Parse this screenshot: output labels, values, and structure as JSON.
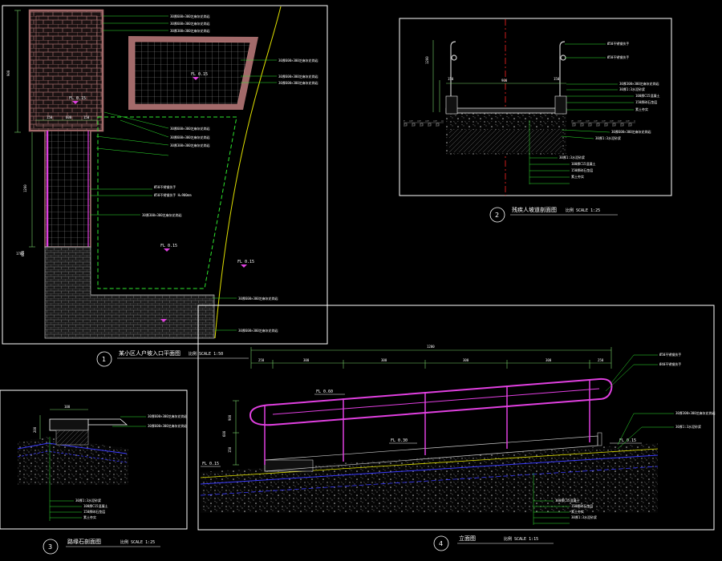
{
  "colors": {
    "background": "#000000",
    "frame": "#ffffff",
    "paving": "#a26a6a",
    "dimension": "#7ad46a",
    "leader": "#2ee82e",
    "railing": "#e040e0",
    "soil": "#3a3aff",
    "site_edge": "#e0e000",
    "center_line": "#ff2222"
  },
  "drawings": [
    {
      "number": "1",
      "title": "某小区人户坡入口平面图",
      "scale": "比例 SCALE 1:50",
      "elevations": [
        "FL 0.15",
        "FL 0.15",
        "FL 0.15",
        "FL 0.15"
      ],
      "labels": [
        "30厚600×300芝麻灰花岗岩",
        "30厚600×300芝麻灰花岗岩",
        "30厚300×300芝麻灰花岗岩",
        "30厚600×300芝麻灰花岗岩",
        "30厚600×300芝麻灰花岗岩",
        "30厚600×300芝麻灰花岗岩",
        "30厚600×300芝麻灰花岗岩",
        "30厚600×300芝麻灰花岗岩",
        "30厚300×300芝麻灰花岗岩",
        "Ø50不锈钢扶手",
        "Ø50不锈钢扶手 H=900mm",
        "30厚300×300芝麻灰花岗岩",
        "30厚600×300芝麻灰花岗岩",
        "30厚600×300芝麻灰花岗岩"
      ],
      "dims": [
        "900",
        "1200",
        "150",
        "600",
        "150",
        "1700",
        "600"
      ]
    },
    {
      "number": "2",
      "title": "残疾人坡道剖面图",
      "scale": "比例 SCALE 1:25",
      "labels": [
        "Ø50不锈钢扶手",
        "Ø50不锈钢扶手",
        "30厚300×300芝麻灰花岗岩",
        "30厚1:3水泥砂浆",
        "100厚C15混凝土",
        "150厚碎石垫层",
        "素土夯实",
        "30厚600×300芝麻灰花岗岩",
        "30厚1:3水泥砂浆",
        "30厚1:3水泥砂浆",
        "100厚C15混凝土",
        "150厚碎石垫层",
        "素土夯实"
      ],
      "dims": [
        "900",
        "150",
        "150",
        "1200"
      ]
    },
    {
      "number": "3",
      "title": "路缘石剖面图",
      "scale": "比例 SCALE 1:25",
      "labels": [
        "30厚600×300芝麻灰花岗岩",
        "30厚600×300芝麻灰花岗岩",
        "30厚1:3水泥砂浆",
        "100厚C15混凝土",
        "150厚碎石垫层",
        "素土夯实"
      ],
      "dims": [
        "100",
        "200"
      ]
    },
    {
      "number": "4",
      "title": "立面图",
      "scale": "比例 SCALE 1:15",
      "elevations": [
        "FL 0.60",
        "FL 0.30",
        "FL 0.15",
        "FL 0.15"
      ],
      "labels": [
        "Ø50不锈钢扶手",
        "Ø40不锈钢扶手",
        "30厚300×300芝麻灰花岗岩",
        "30厚1:3水泥砂浆",
        "100厚C15混凝土",
        "150厚碎石垫层",
        "素土夯实",
        "30厚1:3水泥砂浆"
      ],
      "dims": [
        "1200",
        "250",
        "300",
        "300",
        "300",
        "300",
        "250",
        "900",
        "150",
        "600"
      ]
    }
  ]
}
